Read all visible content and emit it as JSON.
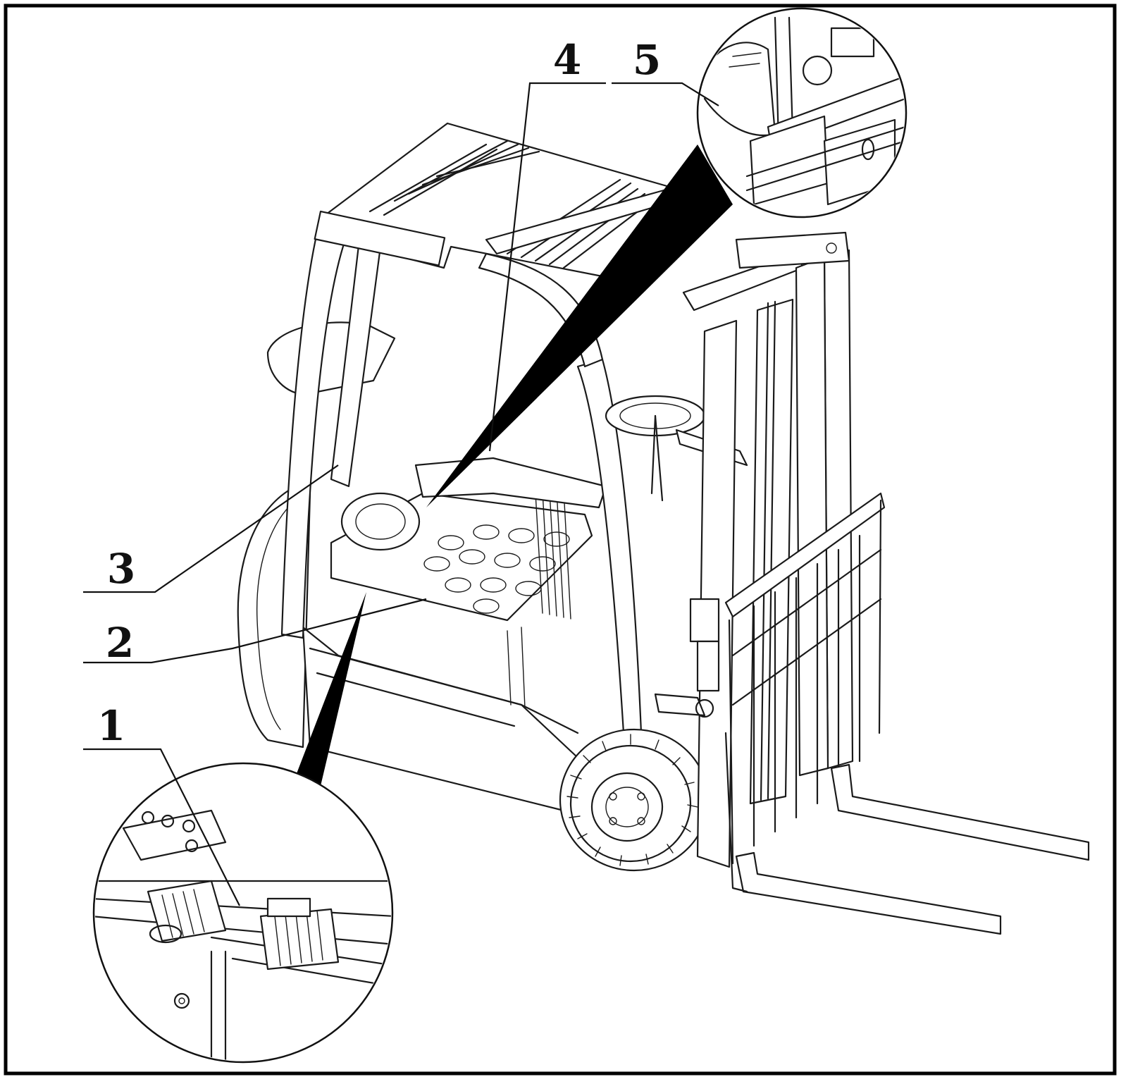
{
  "callouts": [
    {
      "id": "1",
      "label": "1"
    },
    {
      "id": "2",
      "label": "2"
    },
    {
      "id": "3",
      "label": "3"
    },
    {
      "id": "4",
      "label": "4"
    },
    {
      "id": "5",
      "label": "5"
    }
  ],
  "colors": {
    "line": "#1a1a1a",
    "background": "#ffffff",
    "frame": "#000000"
  }
}
